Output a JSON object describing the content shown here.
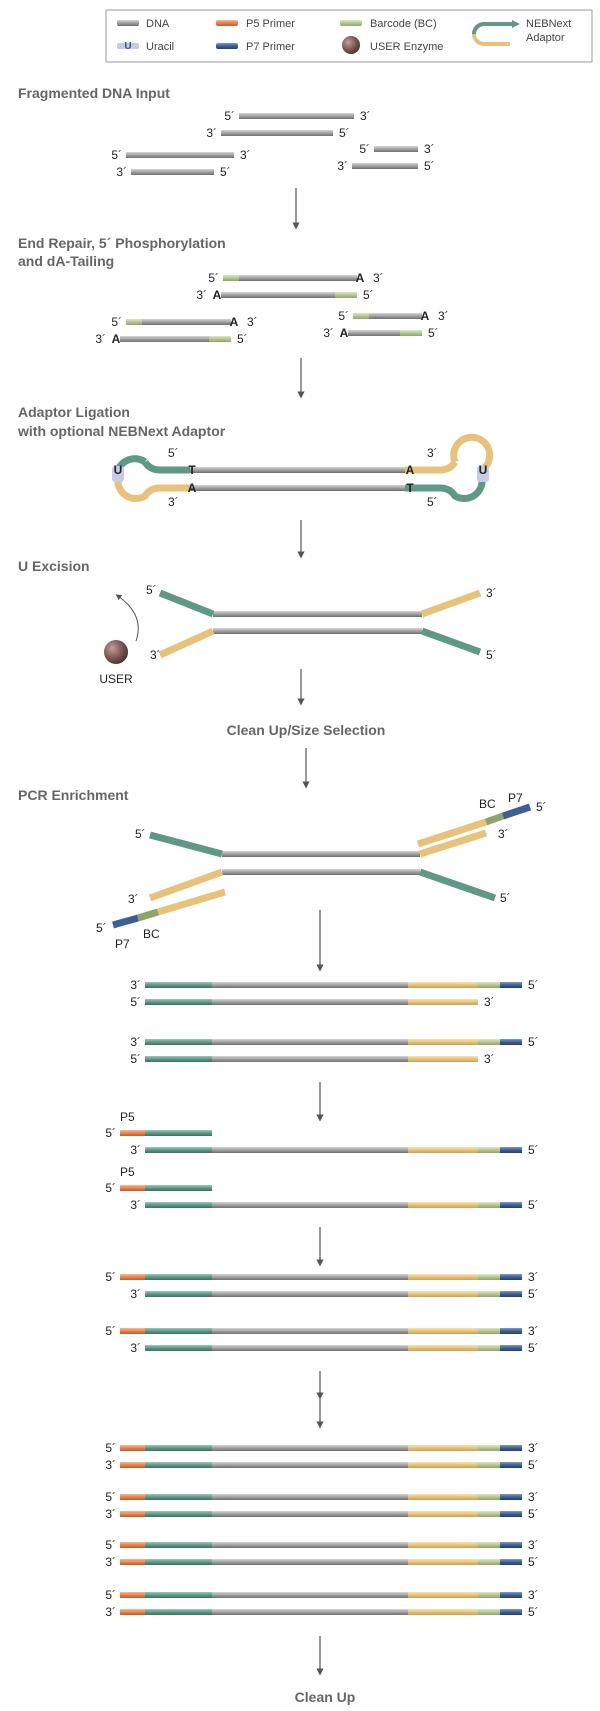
{
  "legend": {
    "dna": "DNA",
    "uracil": "Uracil",
    "uracil_symbol": "U",
    "p5": "P5 Primer",
    "p7": "P7 Primer",
    "barcode": "Barcode (BC)",
    "user_enzyme": "USER Enzyme",
    "adaptor": "NEBNext Adaptor"
  },
  "steps": {
    "fragmented": "Fragmented DNA Input",
    "end_repair_1": "End Repair, 5´ Phosphorylation",
    "end_repair_2": "and dA-Tailing",
    "ligation_1": "Adaptor Ligation",
    "ligation_2": "with optional NEBNext Adaptor",
    "u_excision": "U Excision",
    "cleanup_size": "Clean Up/Size Selection",
    "pcr": "PCR Enrichment",
    "cleanup": "Clean Up"
  },
  "labels": {
    "five": "5´",
    "three": "3´",
    "a": "A",
    "t": "T",
    "u": "U",
    "user": "USER",
    "p5": "P5",
    "p7": "P7",
    "bc": "BC"
  },
  "colors": {
    "dna": "#9b9b9b",
    "green": "#5f9884",
    "yellow": "#e8c27a",
    "p5": "#e8834e",
    "p7": "#3e5f93",
    "barcode": "#8ea46a",
    "at_blue": "#2a6fa5",
    "t_green": "#2e6a50",
    "u_purple": "#4c4a88",
    "arrow": "#555555"
  }
}
